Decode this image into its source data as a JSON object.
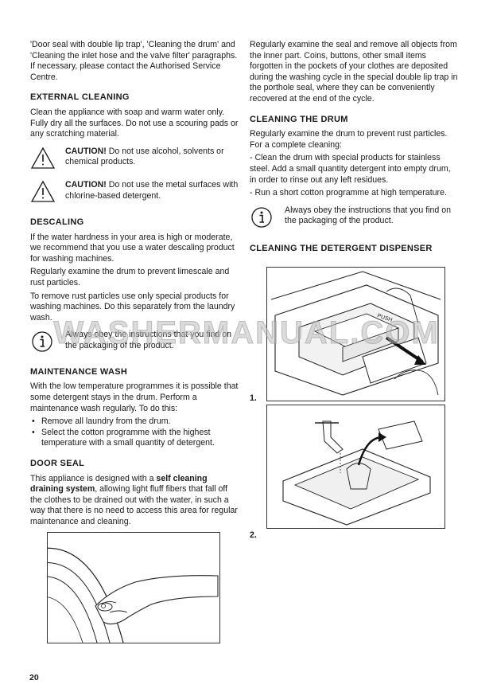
{
  "left": {
    "intro": "'Door seal with double lip trap', 'Cleaning the drum' and 'Cleaning the inlet hose and the valve filter' paragraphs. If necessary, please contact the Authorised Service Centre.",
    "external_cleaning": {
      "heading": "EXTERNAL CLEANING",
      "text": "Clean the appliance with soap and warm water only. Fully dry all the surfaces. Do not use a scouring pads or any scratching material.",
      "caution1_label": "CAUTION!",
      "caution1_text": " Do not use alcohol, solvents or chemical products.",
      "caution2_label": "CAUTION!",
      "caution2_text": " Do not use the metal surfaces with chlorine-based detergent."
    },
    "descaling": {
      "heading": "DESCALING",
      "p1": "If the water hardness in your area is high or moderate, we recommend that you use a water descaling product for washing machines.",
      "p2": "Regularly examine the drum to prevent limescale and rust particles.",
      "p3": "To remove rust particles use only special products for washing machines. Do this separately from the laundry wash.",
      "info": "Always obey the instructions that you find on the packaging of the product."
    },
    "maintenance_wash": {
      "heading": "MAINTENANCE WASH",
      "text": "With the low temperature programmes it is possible that some detergent stays in the drum. Perform a maintenance wash regularly. To do this:",
      "bullets": [
        "Remove all laundry from the drum.",
        "Select the cotton programme with the highest temperature with a small quantity of detergent."
      ]
    },
    "door_seal": {
      "heading": "DOOR SEAL",
      "text_before": "This appliance is designed with a ",
      "text_bold": "self cleaning draining system",
      "text_after": ", allowing light fluff fibers that fall off the clothes to be drained out with the water, in such a way that there is no need to access this area for regular maintenance and cleaning."
    }
  },
  "right": {
    "intro": "Regularly examine the seal and remove all objects from the inner part. Coins, buttons, other small items forgotten in the pockets of your clothes are deposited during the washing cycle in the special double lip trap in the porthole seal, where they can be conveniently recovered at the end of the cycle.",
    "cleaning_drum": {
      "heading": "CLEANING THE DRUM",
      "p1": "Regularly examine the drum to prevent rust particles. For a complete cleaning:",
      "p2": "- Clean the drum with special products for stainless steel. Add a small quantity detergent into empty drum, in order to rinse out any left residues.",
      "p3": "- Run a short cotton programme at high temperature.",
      "info": "Always obey the instructions that you find on the packaging of the product."
    },
    "dispenser": {
      "heading": "CLEANING THE DETERGENT DISPENSER",
      "fig1_label": "1.",
      "fig2_label": "2.",
      "push_text": "PUSH"
    }
  },
  "page_number": "20",
  "watermark": "WASHERMANUAL.COM",
  "icons": {
    "warning": "warning-triangle-icon",
    "info": "info-circle-icon"
  }
}
